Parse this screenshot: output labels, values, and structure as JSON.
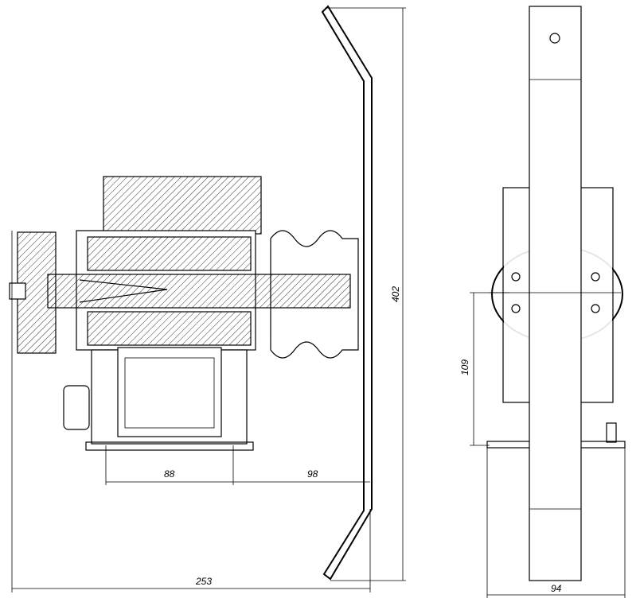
{
  "dimensions": {
    "d88": "88",
    "d98": "98",
    "d253": "253",
    "d402": "402",
    "d109": "109",
    "d94": "94"
  }
}
